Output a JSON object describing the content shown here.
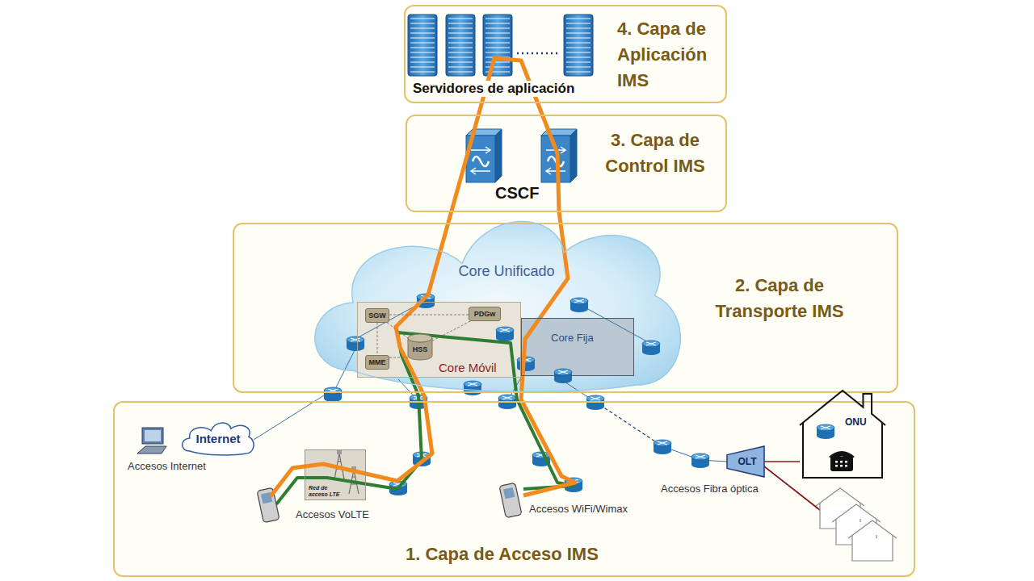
{
  "diagram": {
    "nodes": [
      {
        "text": [
          "4. Capa de Aplicación IMS"
        ]
      },
      {
        "text": [
          "3. Capa de Control IMS"
        ]
      },
      {
        "text": [
          "2. Capa de Transporte IMS"
        ]
      },
      {
        "text": [
          "Core Unificado"
        ],
        "in": 2
      },
      {
        "text": [
          "Core Móvil"
        ],
        "in": 3
      },
      {
        "text": [
          "SGW"
        ],
        "in": 4
      },
      {
        "text": [
          "PDGw"
        ],
        "in": 4
      },
      {
        "text": [
          "HSS"
        ],
        "in": 4
      },
      {
        "text": [
          "MME"
        ],
        "in": 4
      },
      {
        "text": [
          "Core Fija"
        ],
        "in": 3
      },
      {
        "text": [
          "1. Capa de Acceso IMS"
        ]
      },
      {
        "text": [
          "Internet"
        ],
        "in": 10
      },
      {
        "text": [
          "Red de acceso LTE"
        ],
        "in": 10
      },
      {
        "text": [
          "OLT"
        ],
        "in": 10
      },
      {
        "text": [
          "ONU"
        ],
        "in": 10
      }
    ],
    "edges": [
      {
        "from": 5,
        "to": 6,
        "arrow": "none"
      },
      {
        "from": 5,
        "to": 7,
        "arrow": "none"
      },
      {
        "from": 5,
        "to": 8,
        "arrow": "none"
      },
      {
        "from": 8,
        "to": 7,
        "arrow": "none"
      },
      {
        "from": 7,
        "to": 6,
        "arrow": "none"
      },
      {
        "from": 13,
        "to": 14,
        "arrow": "none"
      }
    ],
    "labels": [
      "Servidores de aplicación",
      "CSCF",
      "Accesos Internet",
      "Accesos VoLTE",
      "Accesos WiFi/Wimax",
      "Accesos Fibra óptica"
    ]
  }
}
